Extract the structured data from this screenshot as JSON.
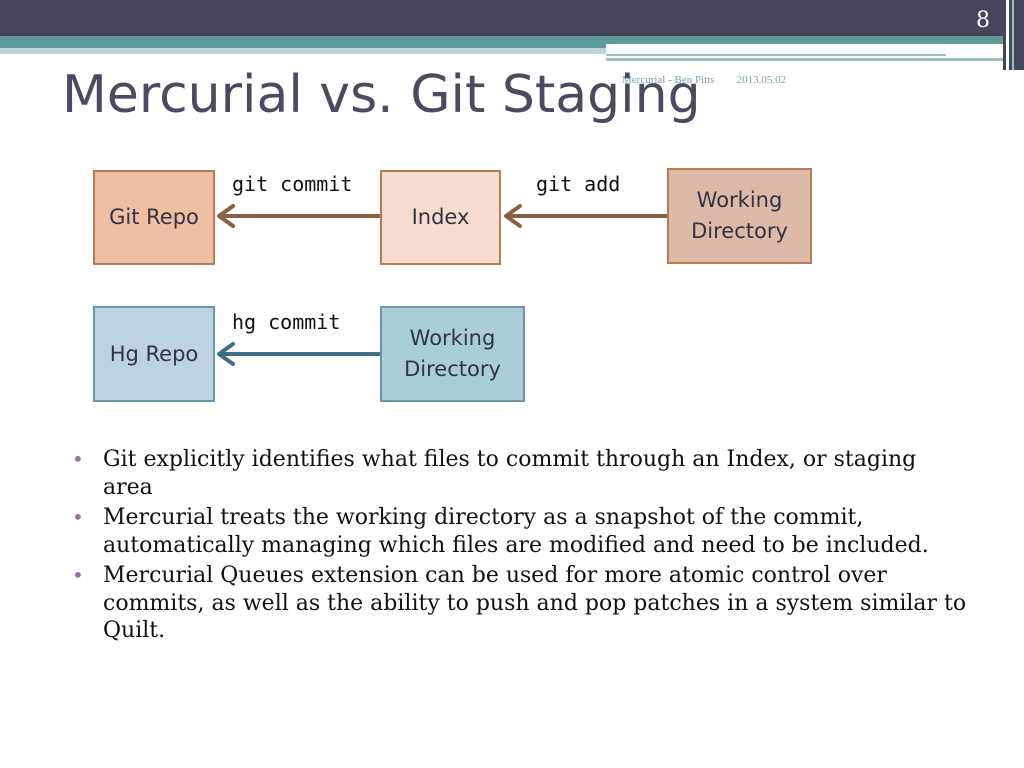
{
  "slide": {
    "number": "8",
    "footer_author": "Mercurial - Ben Pitts",
    "footer_date": "2013.05.02",
    "title": "Mercurial vs. Git Staging"
  },
  "diagram": {
    "git_row": {
      "repo_label": "Git Repo",
      "index_label": "Index",
      "working_dir_label": "Working\nDirectory",
      "commit_label": "git commit",
      "add_label": "git add"
    },
    "hg_row": {
      "repo_label": "Hg Repo",
      "working_dir_label": "Working\nDirectory",
      "commit_label": "hg commit"
    },
    "colors": {
      "git_arrow": "#8a5f44",
      "hg_arrow": "#3f6c87",
      "git_repo_fill": "#eebfa3",
      "index_fill": "#f5dccd",
      "git_wd_fill": "#dcbaa7",
      "hg_repo_fill": "#bcd3e3",
      "hg_wd_fill": "#a9cfd5"
    }
  },
  "bullets": [
    "Git explicitly identifies what files to commit through an Index, or staging area",
    "Mercurial treats the working directory as a snapshot of the commit, automatically managing which files are modified and need to be included.",
    "Mercurial Queues extension can be used for more atomic control over commits, as well as the ability to push and pop patches in a system similar to Quilt."
  ]
}
